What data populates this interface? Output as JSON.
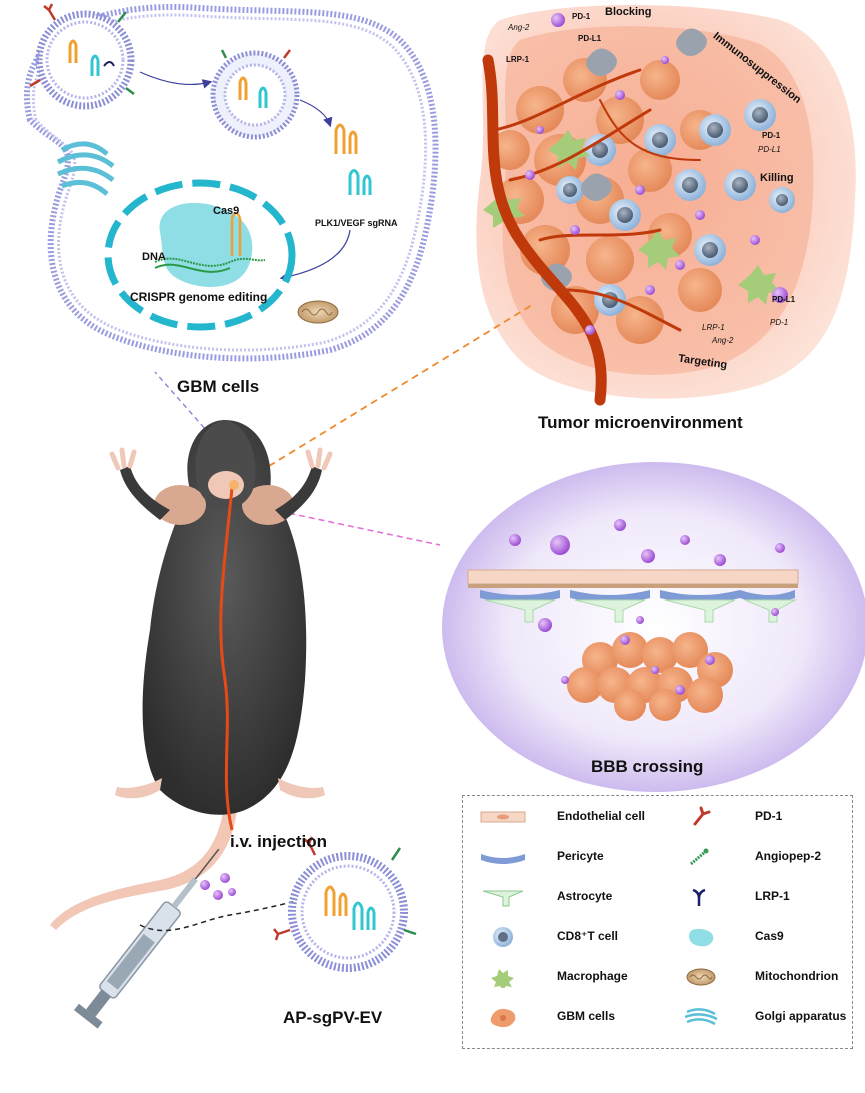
{
  "labels": {
    "gbm_cells": "GBM cells",
    "tumor_microenvironment": "Tumor microenvironment",
    "bbb_crossing": "BBB crossing",
    "iv_injection": "i.v. injection",
    "ap_sgpv_ev": "AP-sgPV-EV",
    "cas9": "Cas9",
    "dna": "DNA",
    "sgrna": "PLK1/VEGF sgRNA",
    "crispr": "CRISPR genome editing",
    "blocking": "Blocking",
    "immunosuppression": "Immunosuppression",
    "killing": "Killing",
    "targeting": "Targeting",
    "pd1_top": "PD-1",
    "pdl1_top": "PD-L1",
    "ang2_top": "Ang-2",
    "lrp1_top": "LRP-1",
    "pd1_right": "PD-1",
    "pdl1_right": "PD-L1",
    "pdl1_bottom": "PD-L1",
    "pd1_bottom": "PD-1",
    "lrp1_bottom": "LRP-1",
    "ang2_bottom": "Ang-2"
  },
  "legend": {
    "left": [
      {
        "label": "Endothelial cell",
        "icon": "endothelial-cell-icon"
      },
      {
        "label": "Pericyte",
        "icon": "pericyte-icon"
      },
      {
        "label": "Astrocyte",
        "icon": "astrocyte-icon"
      },
      {
        "label": "CD8⁺T cell",
        "icon": "t-cell-icon"
      },
      {
        "label": "Macrophage",
        "icon": "macrophage-icon"
      },
      {
        "label": "GBM cells",
        "icon": "gbm-cell-icon"
      }
    ],
    "right": [
      {
        "label": "PD-1",
        "icon": "pd1-receptor-icon"
      },
      {
        "label": "Angiopep-2",
        "icon": "angiopep-icon"
      },
      {
        "label": "LRP-1",
        "icon": "lrp1-receptor-icon"
      },
      {
        "label": "Cas9",
        "icon": "cas9-icon"
      },
      {
        "label": "Mitochondrion",
        "icon": "mitochondrion-icon"
      },
      {
        "label": "Golgi apparatus",
        "icon": "golgi-icon"
      }
    ]
  },
  "colors": {
    "membrane": "#8c8ed6",
    "tumor_bg": "#f6b9a3",
    "gbm_cell": "#ee9c6c",
    "vessel": "#c0390b",
    "purple_particle": "#b566e0",
    "tcell": "#a9c7e6",
    "macrophage": "#9ac46a",
    "cas9": "#7fd6e0",
    "nucleus_ring": "#24b6cc",
    "bbb_glow": "#d9ccf0"
  }
}
